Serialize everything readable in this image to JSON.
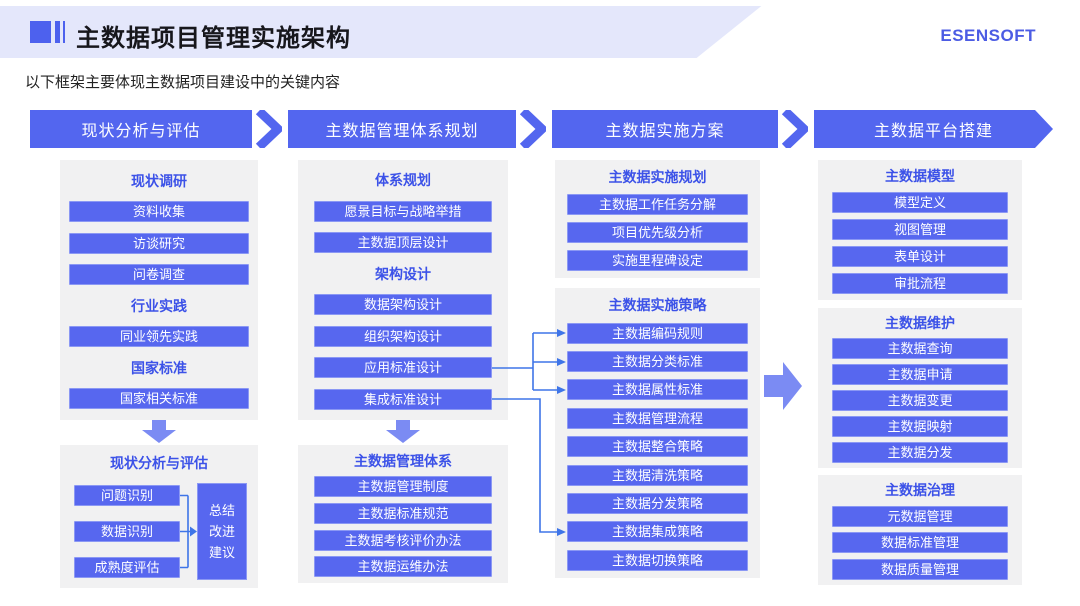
{
  "header": {
    "title": "主数据项目管理实施架构",
    "logo": "ESENSOFT"
  },
  "subtitle": "以下框架主要体现主数据项目建设中的关键内容",
  "colors": {
    "accent_blue": "#5366ef",
    "heading_blue": "#3c52e8",
    "panel_gray": "#f1f1f2",
    "arrow_blue": "#7b8bf3",
    "connector_blue": "#3f75e8",
    "band_lavender": "#e4e7fb"
  },
  "stages": [
    {
      "label": "现状分析与评估"
    },
    {
      "label": "主数据管理体系规划"
    },
    {
      "label": "主数据实施方案"
    },
    {
      "label": "主数据平台搭建"
    }
  ],
  "columns": [
    {
      "panels": [
        {
          "entries": [
            {
              "t": "h",
              "label": "现状调研"
            },
            {
              "t": "b",
              "label": "资料收集"
            },
            {
              "t": "b",
              "label": "访谈研究"
            },
            {
              "t": "b",
              "label": "问卷调查"
            },
            {
              "t": "h",
              "label": "行业实践"
            },
            {
              "t": "b",
              "label": "同业领先实践"
            },
            {
              "t": "h",
              "label": "国家标准"
            },
            {
              "t": "b",
              "label": "国家相关标准"
            }
          ]
        },
        {
          "title": "现状分析与评估",
          "left_items": [
            "问题识别",
            "数据识别",
            "成熟度评估"
          ],
          "result": "总结\n改进\n建议"
        }
      ]
    },
    {
      "panels": [
        {
          "entries": [
            {
              "t": "h",
              "label": "体系规划"
            },
            {
              "t": "b",
              "label": "愿景目标与战略举措"
            },
            {
              "t": "b",
              "label": "主数据顶层设计"
            },
            {
              "t": "h",
              "label": "架构设计"
            },
            {
              "t": "b",
              "label": "数据架构设计"
            },
            {
              "t": "b",
              "label": "组织架构设计"
            },
            {
              "t": "b",
              "label": "应用标准设计"
            },
            {
              "t": "b",
              "label": "集成标准设计"
            }
          ]
        },
        {
          "entries": [
            {
              "t": "h",
              "label": "主数据管理体系"
            },
            {
              "t": "b",
              "label": "主数据管理制度"
            },
            {
              "t": "b",
              "label": "主数据标准规范"
            },
            {
              "t": "b",
              "label": "主数据考核评价办法"
            },
            {
              "t": "b",
              "label": "主数据运维办法"
            }
          ]
        }
      ]
    },
    {
      "panels": [
        {
          "entries": [
            {
              "t": "h",
              "label": "主数据实施规划"
            },
            {
              "t": "b",
              "label": "主数据工作任务分解"
            },
            {
              "t": "b",
              "label": "项目优先级分析"
            },
            {
              "t": "b",
              "label": "实施里程碑设定"
            }
          ]
        },
        {
          "entries": [
            {
              "t": "h",
              "label": "主数据实施策略"
            },
            {
              "t": "b",
              "label": "主数据编码规则"
            },
            {
              "t": "b",
              "label": "主数据分类标准"
            },
            {
              "t": "b",
              "label": "主数据属性标准"
            },
            {
              "t": "b",
              "label": "主数据管理流程"
            },
            {
              "t": "b",
              "label": "主数据整合策略"
            },
            {
              "t": "b",
              "label": "主数据清洗策略"
            },
            {
              "t": "b",
              "label": "主数据分发策略"
            },
            {
              "t": "b",
              "label": "主数据集成策略"
            },
            {
              "t": "b",
              "label": "主数据切换策略"
            }
          ]
        }
      ]
    },
    {
      "panels": [
        {
          "entries": [
            {
              "t": "h",
              "label": "主数据模型"
            },
            {
              "t": "b",
              "label": "模型定义"
            },
            {
              "t": "b",
              "label": "视图管理"
            },
            {
              "t": "b",
              "label": "表单设计"
            },
            {
              "t": "b",
              "label": "审批流程"
            }
          ]
        },
        {
          "entries": [
            {
              "t": "h",
              "label": "主数据维护"
            },
            {
              "t": "b",
              "label": "主数据查询"
            },
            {
              "t": "b",
              "label": "主数据申请"
            },
            {
              "t": "b",
              "label": "主数据变更"
            },
            {
              "t": "b",
              "label": "主数据映射"
            },
            {
              "t": "b",
              "label": "主数据分发"
            }
          ]
        },
        {
          "entries": [
            {
              "t": "h",
              "label": "主数据治理"
            },
            {
              "t": "b",
              "label": "元数据管理"
            },
            {
              "t": "b",
              "label": "数据标准管理"
            },
            {
              "t": "b",
              "label": "数据质量管理"
            }
          ]
        }
      ]
    }
  ]
}
